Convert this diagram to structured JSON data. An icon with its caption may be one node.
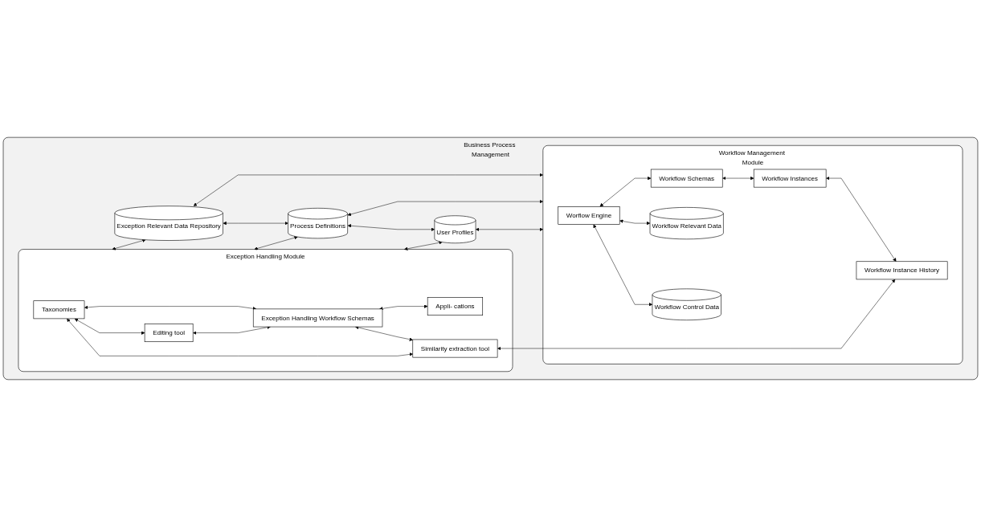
{
  "diagram": {
    "nodes": [
      {
        "text": [
          "Business Process Management"
        ]
      },
      {
        "text": [
          "Exception Handling Module"
        ],
        "in": 0
      },
      {
        "text": [
          "Taxonomies"
        ],
        "in": 1
      },
      {
        "text": [
          "Editing tool"
        ],
        "in": 1
      },
      {
        "text": [
          "Exception Handling Workflow Schemas"
        ],
        "in": 1
      },
      {
        "text": [
          "Appli- cations"
        ],
        "in": 1
      },
      {
        "text": [
          "Similarity extraction tool"
        ],
        "in": 1
      },
      {
        "text": [
          "Exception Relevant Data Repository"
        ],
        "in": 0
      },
      {
        "text": [
          "Process Definitions"
        ],
        "in": 0
      },
      {
        "text": [
          "User Profiles"
        ],
        "in": 0
      },
      {
        "text": [
          "Workflow Management Module"
        ],
        "in": 0
      },
      {
        "text": [
          "Worflow Engine"
        ],
        "in": 10
      },
      {
        "text": [
          "Workflow Schemas"
        ],
        "in": 10
      },
      {
        "text": [
          "Workflow Relevant Data"
        ],
        "in": 10
      },
      {
        "text": [
          "Workflow Instances"
        ],
        "in": 10
      },
      {
        "text": [
          "Workflow Control Data"
        ],
        "in": 10
      },
      {
        "text": [
          "Workflow Instance History"
        ],
        "in": 10
      }
    ],
    "edges": [
      {
        "from": 2,
        "to": 3,
        "arrow": "both"
      },
      {
        "from": 2,
        "to": 4,
        "arrow": "both"
      },
      {
        "from": 3,
        "to": 4,
        "arrow": "both"
      },
      {
        "from": 4,
        "to": 5,
        "arrow": "both"
      },
      {
        "from": 4,
        "to": 6,
        "arrow": "both"
      },
      {
        "from": 2,
        "to": 6,
        "arrow": "both"
      },
      {
        "from": 1,
        "to": 7,
        "arrow": "both"
      },
      {
        "from": 7,
        "to": 10,
        "arrow": "both"
      },
      {
        "from": 1,
        "to": 8,
        "arrow": "both"
      },
      {
        "from": 8,
        "to": 10,
        "arrow": "both"
      },
      {
        "from": 1,
        "to": 9,
        "arrow": "both"
      },
      {
        "from": 9,
        "to": 10,
        "arrow": "both"
      },
      {
        "from": 7,
        "to": 8,
        "arrow": "both"
      },
      {
        "from": 8,
        "to": 9,
        "arrow": "both"
      },
      {
        "from": 11,
        "to": 12,
        "arrow": "both"
      },
      {
        "from": 11,
        "to": 13,
        "arrow": "both"
      },
      {
        "from": 11,
        "to": 15,
        "arrow": "both"
      },
      {
        "from": 12,
        "to": 14,
        "arrow": "both"
      },
      {
        "from": 14,
        "to": 16,
        "arrow": "both"
      },
      {
        "from": 6,
        "to": 16,
        "arrow": "both"
      }
    ]
  }
}
